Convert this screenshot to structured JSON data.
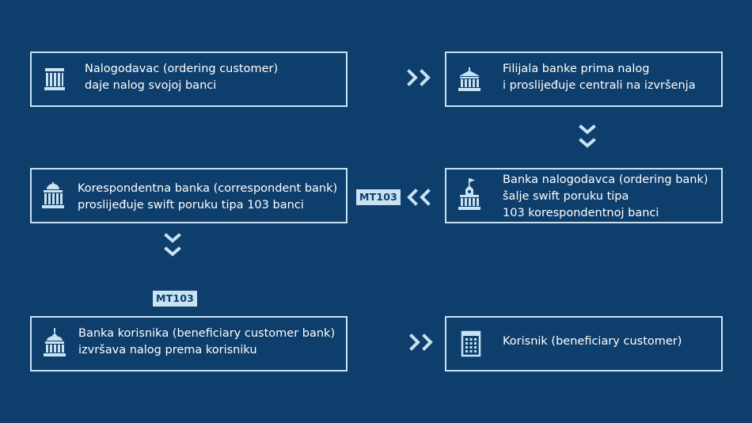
{
  "steps": [
    {
      "line1": "Nalogodavac (ordering customer)",
      "line2": "daje nalog svojoj banci",
      "icon": "bank-building-icon"
    },
    {
      "line1": "Filijala banke prima nalog",
      "line2": "i proslijeđuje centrali na izvršenja",
      "icon": "bank-branch-icon"
    },
    {
      "line1": "Banka nalogodavca (ordering bank)",
      "line2": "šalje swift poruku tipa",
      "line3": "103 korespondentnoj banci",
      "icon": "bank-flag-icon"
    },
    {
      "line1": "Korespondentna banka (correspondent bank)",
      "line2": "proslijeđuje swift poruku tipa 103 banci",
      "icon": "bank-dome-icon"
    },
    {
      "line1": "Banka korisnika (beneficiary customer bank)",
      "line2": "izvršava nalog prema korisniku",
      "icon": "bank-spire-icon"
    },
    {
      "line1": "Korisnik (beneficiary customer)",
      "icon": "office-building-icon"
    }
  ],
  "tags": {
    "mt103_a": "MT103",
    "mt103_b": "MT103"
  },
  "colors": {
    "background": "#0e3e6c",
    "accent": "#c8e2f2",
    "text": "#ffffff"
  }
}
